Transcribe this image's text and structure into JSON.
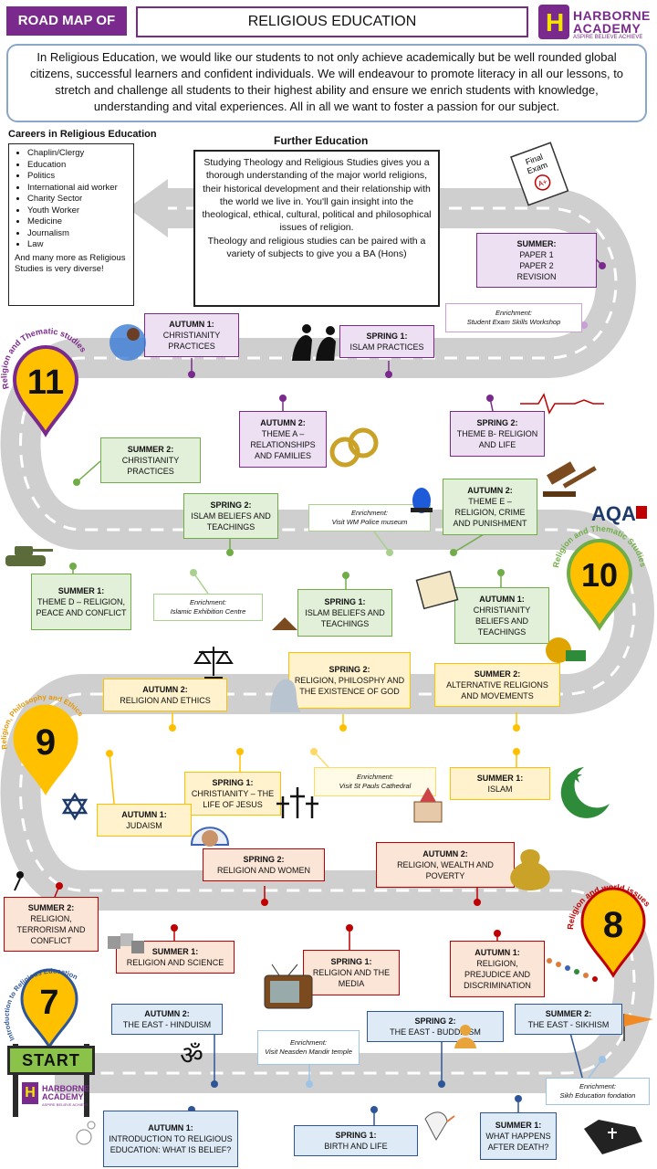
{
  "header": {
    "tag": "ROAD MAP OF",
    "title": "RELIGIOUS EDUCATION"
  },
  "logo": {
    "mark": "H",
    "line1": "HARBORNE",
    "line2": "ACADEMY",
    "tagline": "ASPIRE BELIEVE ACHIEVE"
  },
  "intro": "In Religious Education, we would like our students to not only achieve academically but be well rounded global citizens, successful learners and confident individuals. We will endeavour to promote literacy in all our lessons, to stretch and challenge all students to their highest ability and ensure we enrich students with knowledge, understanding and vital experiences. All in all we want to foster a passion for our subject.",
  "careers": {
    "title": "Careers in Religious  Education",
    "items": [
      "Chaplin/Clergy",
      "Education",
      "Politics",
      "International aid worker",
      "Charity Sector",
      "Youth Worker",
      "Medicine",
      "Journalism",
      "Law"
    ],
    "more": "And many more as Religious Studies is very diverse!"
  },
  "further_education": {
    "title": "Further Education",
    "para1": "Studying Theology and Religious Studies gives you a thorough understanding of the  major world religions, their historical development and their relationship with the world we live in. You'll gain insight into the theological, ethical, cultural, political and philosophical issues of religion.",
    "para2": "Theology and religious studies can be paired with a variety of subjects to give you a BA (Hons)"
  },
  "years": {
    "y11": {
      "number": "11",
      "theme": "Religion and Thematic studies"
    },
    "y10": {
      "number": "10",
      "theme": "Religion and Thematic Studies",
      "board": "AQA"
    },
    "y9": {
      "number": "9",
      "theme": "Religion, Philosophy and Ethics"
    },
    "y8": {
      "number": "8",
      "theme": "Religion and world issues"
    },
    "y7": {
      "number": "7",
      "theme": "Introduction to Religious Education"
    }
  },
  "start_label": "START",
  "exam_paper": {
    "line1": "Final",
    "line2": "Exam",
    "grade": "A+"
  },
  "milestones": {
    "summer_y11": {
      "title": "SUMMER:",
      "body": "PAPER 1\nPAPER 2\nREVISION"
    },
    "enr_exam": {
      "title": "Enrichment:",
      "body": "Student Exam Skills Workshop"
    },
    "autumn1_y11": {
      "title": "AUTUMN 1:",
      "body": "CHRISTIANITY PRACTICES"
    },
    "spring1_y11": {
      "title": "SPRING 1:",
      "body": "ISLAM PRACTICES"
    },
    "autumn2_y11": {
      "title": "AUTUMN 2:",
      "body": "THEME A – RELATIONSHIPS AND FAMILIES"
    },
    "spring2_y11": {
      "title": "SPRING 2:",
      "body": "THEME B- RELIGION AND LIFE"
    },
    "summer2_y10": {
      "title": "SUMMER 2:",
      "body": "CHRISTIANITY PRACTICES"
    },
    "spring2_y10": {
      "title": "SPRING 2:",
      "body": "ISLAM BELIEFS AND TEACHINGS"
    },
    "enr_police": {
      "title": "Enrichment:",
      "body": "Visit WM Police museum"
    },
    "autumn2_y10": {
      "title": "AUTUMN 2:",
      "body": "THEME E – RELIGION, CRIME AND PUNISHMENT"
    },
    "summer1_y10": {
      "title": "SUMMER 1:",
      "body": "THEME D – RELIGION, PEACE AND CONFLICT"
    },
    "enr_islamic": {
      "title": "Enrichment:",
      "body": "Islamic Exhibition Centre"
    },
    "spring1_y10": {
      "title": "SPRING 1:",
      "body": "ISLAM BELIEFS AND TEACHINGS"
    },
    "autumn1_y10": {
      "title": "AUTUMN 1:",
      "body": "CHRISTIANITY BELIEFS AND TEACHINGS"
    },
    "autumn2_y9": {
      "title": "AUTUMN 2:",
      "body": "RELIGION AND ETHICS"
    },
    "spring2_y9": {
      "title": "SPRING 2:",
      "body": "RELIGION, PHILOSPHY AND THE EXISTENCE OF GOD"
    },
    "summer2_y9": {
      "title": "SUMMER 2:",
      "body": "ALTERNATIVE RELIGIONS AND MOVEMENTS"
    },
    "spring1_y9": {
      "title": "SPRING 1:",
      "body": "CHRISTIANITY – THE LIFE OF JESUS"
    },
    "enr_stpauls": {
      "title": "Enrichment:",
      "body": "Visit St Pauls Cathedral"
    },
    "summer1_y9": {
      "title": "SUMMER 1:",
      "body": "ISLAM"
    },
    "autumn1_y9": {
      "title": "AUTUMN 1:",
      "body": "JUDAISM"
    },
    "spring2_y8": {
      "title": "SPRING 2:",
      "body": "RELIGION AND WOMEN"
    },
    "autumn2_y8": {
      "title": "AUTUMN 2:",
      "body": "RELIGION, WEALTH AND POVERTY"
    },
    "summer2_y8": {
      "title": "SUMMER 2:",
      "body": "RELIGION, TERRORISM AND CONFLICT"
    },
    "summer1_y8": {
      "title": "SUMMER 1:",
      "body": "RELIGION AND SCIENCE"
    },
    "spring1_y8": {
      "title": "SPRING 1:",
      "body": "RELIGION AND THE MEDIA"
    },
    "autumn1_y8": {
      "title": "AUTUMN 1:",
      "body": "RELIGION, PREJUDICE AND DISCRIMINATION"
    },
    "autumn2_y7": {
      "title": "AUTUMN 2:",
      "body": "THE EAST -  HINDUISM"
    },
    "enr_neasden": {
      "title": "Enrichment:",
      "body": "Visit Neasden Mandir temple"
    },
    "spring2_y7": {
      "title": "SPRING 2:",
      "body": "THE EAST - BUDDHISM"
    },
    "summer2_y7": {
      "title": "SUMMER 2:",
      "body": "THE EAST - SIKHISM"
    },
    "enr_sikh": {
      "title": "Enrichment:",
      "body": "Sikh Education fondation"
    },
    "autumn1_y7": {
      "title": "AUTUMN 1:",
      "body": "INTRODUCTION TO RELIGIOUS EDUCATION: WHAT IS BELIEF?"
    },
    "spring1_y7": {
      "title": "SPRING 1:",
      "body": "BIRTH AND LIFE"
    },
    "summer1_y7": {
      "title": "SUMMER 1:",
      "body": "WHAT HAPPENS AFTER DEATH?"
    }
  },
  "colors": {
    "purple": "#7a2a8c",
    "green": "#70ad47",
    "yellow": "#ffc000",
    "red": "#c00000",
    "blue": "#2e5597",
    "road": "#cfcfcf"
  }
}
